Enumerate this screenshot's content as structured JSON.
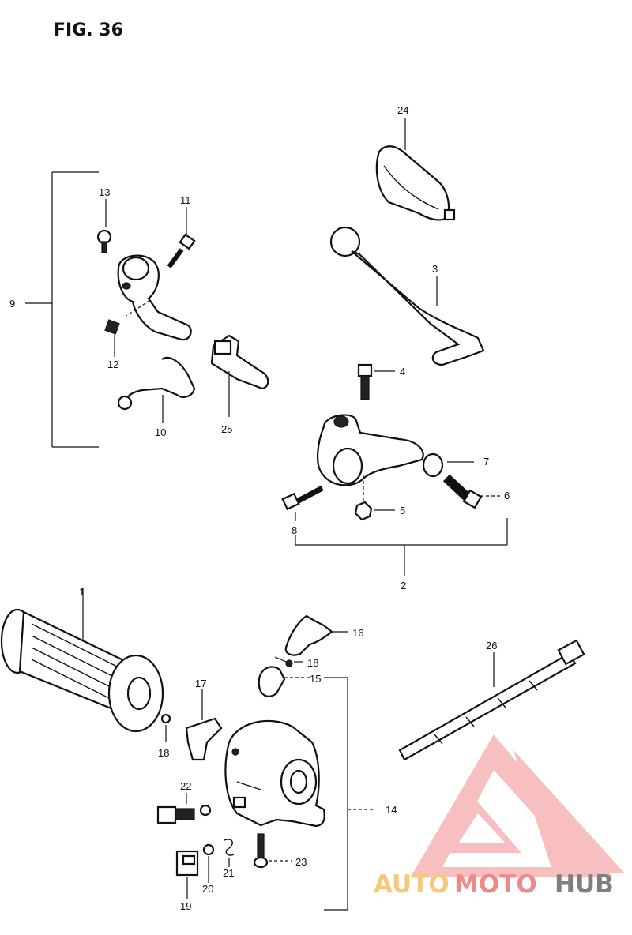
{
  "figure": {
    "title": "FIG. 36"
  },
  "callouts": [
    {
      "id": "c1",
      "text": "1"
    },
    {
      "id": "c2",
      "text": "2"
    },
    {
      "id": "c3",
      "text": "3"
    },
    {
      "id": "c4",
      "text": "4"
    },
    {
      "id": "c5",
      "text": "5"
    },
    {
      "id": "c6",
      "text": "6"
    },
    {
      "id": "c7",
      "text": "7"
    },
    {
      "id": "c8",
      "text": "8"
    },
    {
      "id": "c9",
      "text": "9"
    },
    {
      "id": "c10",
      "text": "10"
    },
    {
      "id": "c11",
      "text": "11"
    },
    {
      "id": "c12",
      "text": "12"
    },
    {
      "id": "c13",
      "text": "13"
    },
    {
      "id": "c14",
      "text": "14"
    },
    {
      "id": "c15",
      "text": "15"
    },
    {
      "id": "c16",
      "text": "16"
    },
    {
      "id": "c17",
      "text": "17"
    },
    {
      "id": "c18a",
      "text": "18"
    },
    {
      "id": "c18b",
      "text": "18"
    },
    {
      "id": "c19",
      "text": "19"
    },
    {
      "id": "c20",
      "text": "20"
    },
    {
      "id": "c21",
      "text": "21"
    },
    {
      "id": "c22",
      "text": "22"
    },
    {
      "id": "c23",
      "text": "23"
    },
    {
      "id": "c24",
      "text": "24"
    },
    {
      "id": "c25",
      "text": "25"
    },
    {
      "id": "c26",
      "text": "26"
    }
  ],
  "watermark": {
    "part1": "AUTO",
    "part2": "MOTO",
    "part3": "HUB",
    "color1": "#f7c77a",
    "color2": "#f08a8a",
    "color3": "#7f7f7f"
  }
}
